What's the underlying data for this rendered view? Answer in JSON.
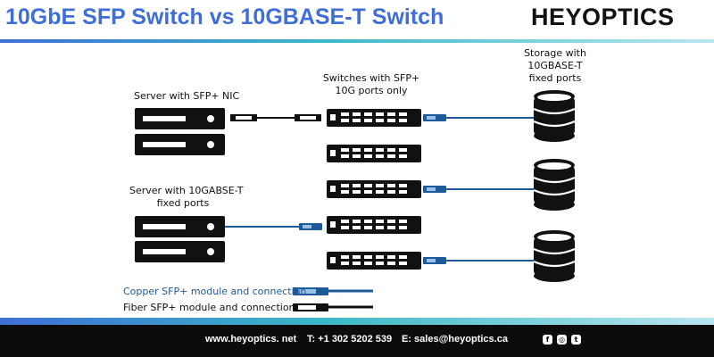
{
  "header": {
    "title": "10GbE SFP Switch vs 10GBASE-T Switch",
    "logo": "HEYOPTICS"
  },
  "diagram": {
    "labels": {
      "server_sfp": "Server with SFP+ NIC",
      "server_10g_line1": "Server with 10GABSE-T",
      "server_10g_line2": "fixed ports",
      "switch_line1": "Switches with SFP+",
      "switch_line2": "10G ports only",
      "storage_line1": "Storage with",
      "storage_line2": "10GBASE-T",
      "storage_line3": "fixed ports"
    },
    "legend": {
      "copper": "Copper SFP+ module and connection",
      "fiber": "Fiber SFP+ module and connection"
    },
    "colors": {
      "copper": "#1d5a9a",
      "fiber": "#111111",
      "accent": "#3f6fd6"
    }
  },
  "footer": {
    "website": "www.heyoptics. net",
    "phone": "T: +1 302 5202 539",
    "email": "E: sales@heyoptics.ca",
    "social_icons": [
      "facebook-icon",
      "instagram-icon",
      "twitter-icon"
    ]
  }
}
